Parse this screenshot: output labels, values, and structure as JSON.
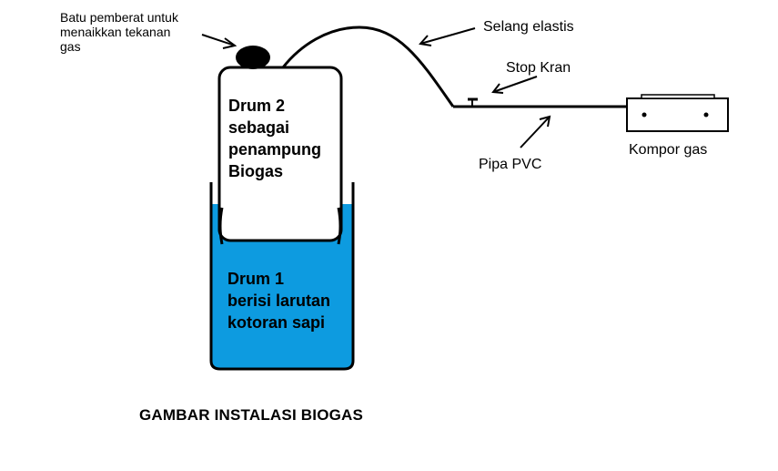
{
  "labels": {
    "batu_line1": "Batu pemberat untuk",
    "batu_line2": "menaikkan tekanan",
    "batu_line3": "gas",
    "selang": "Selang elastis",
    "stop_kran": "Stop Kran",
    "pipa": "Pipa PVC",
    "kompor": "Kompor gas",
    "drum2_line1": "Drum 2",
    "drum2_line2": "sebagai",
    "drum2_line3": "penampung",
    "drum2_line4": "Biogas",
    "drum1_line1": "Drum 1",
    "drum1_line2": "berisi larutan",
    "drum1_line3": "kotoran sapi"
  },
  "title": "GAMBAR INSTALASI BIOGAS",
  "colors": {
    "water": "#0d9be0",
    "stroke": "#000000",
    "weight": "#000000",
    "background": "#ffffff"
  }
}
